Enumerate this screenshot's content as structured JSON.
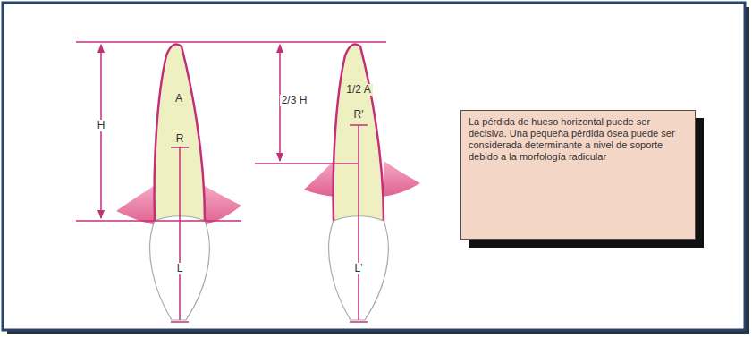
{
  "diagram": {
    "nodes": [
      {
        "text": [
          "La pérdida de hueso horizontal puede ser decisiva. Una pequeña pérdida ósea puede ser considerada determinante a nivel de soporte debido a la morfología radicular"
        ]
      }
    ],
    "labels": [
      "H",
      "A",
      "R",
      "L",
      "2/3 H",
      "1/2 A",
      "R'",
      "L'"
    ]
  }
}
